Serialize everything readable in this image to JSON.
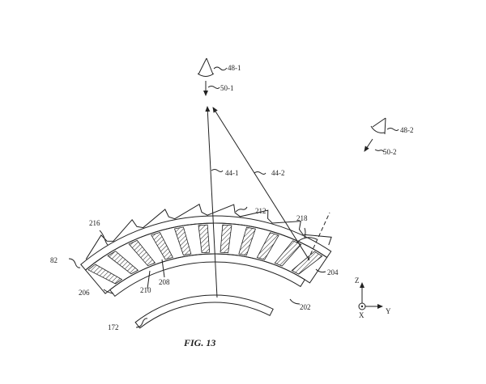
{
  "figure_caption": "FIG. 13",
  "labels": {
    "viewer_1": "48-1",
    "view_dir_1": "50-1",
    "viewer_2": "48-2",
    "view_dir_2": "50-2",
    "ray_1": "44-1",
    "ray_2": "44-2",
    "display": "82",
    "prism_film": "216",
    "film_ref": "212",
    "angle": "218",
    "edge_layer": "204",
    "substrate": "202",
    "pixel_array": "206",
    "cell_a": "210",
    "cell_b": "208",
    "lens": "172"
  },
  "axes": {
    "z": "Z",
    "x": "X",
    "y": "Y"
  }
}
